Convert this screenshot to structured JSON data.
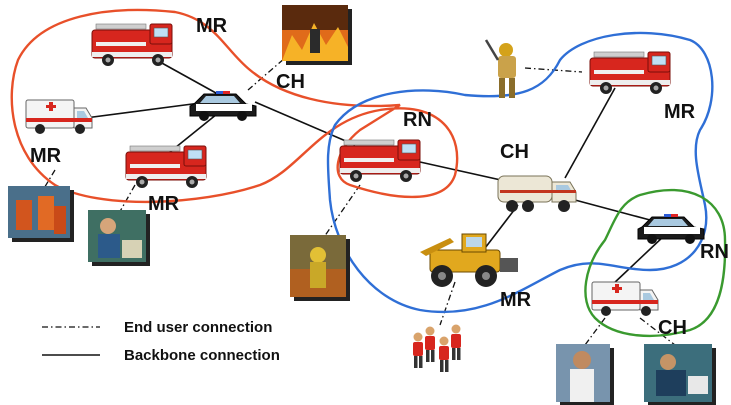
{
  "labels": {
    "mr_top": "MR",
    "ch_top": "CH",
    "mr_left": "MR",
    "mr_mid": "MR",
    "rn_center": "RN",
    "ch_center": "CH",
    "mr_right_top": "MR",
    "rn_right": "RN",
    "mr_bottom": "MR",
    "ch_bottom": "CH"
  },
  "legend": {
    "end_user": "End user connection",
    "backbone": "Backbone connection"
  },
  "colors": {
    "red_cluster": "#e8502a",
    "blue_cluster": "#2f6fd6",
    "green_cluster": "#3a9a2f"
  },
  "icons": [
    "fire-truck-icon",
    "police-car-icon",
    "ambulance-icon",
    "bulldozer-icon",
    "firefighter-icon",
    "fire-photo-icon",
    "rescue-worker-photo-icon"
  ]
}
